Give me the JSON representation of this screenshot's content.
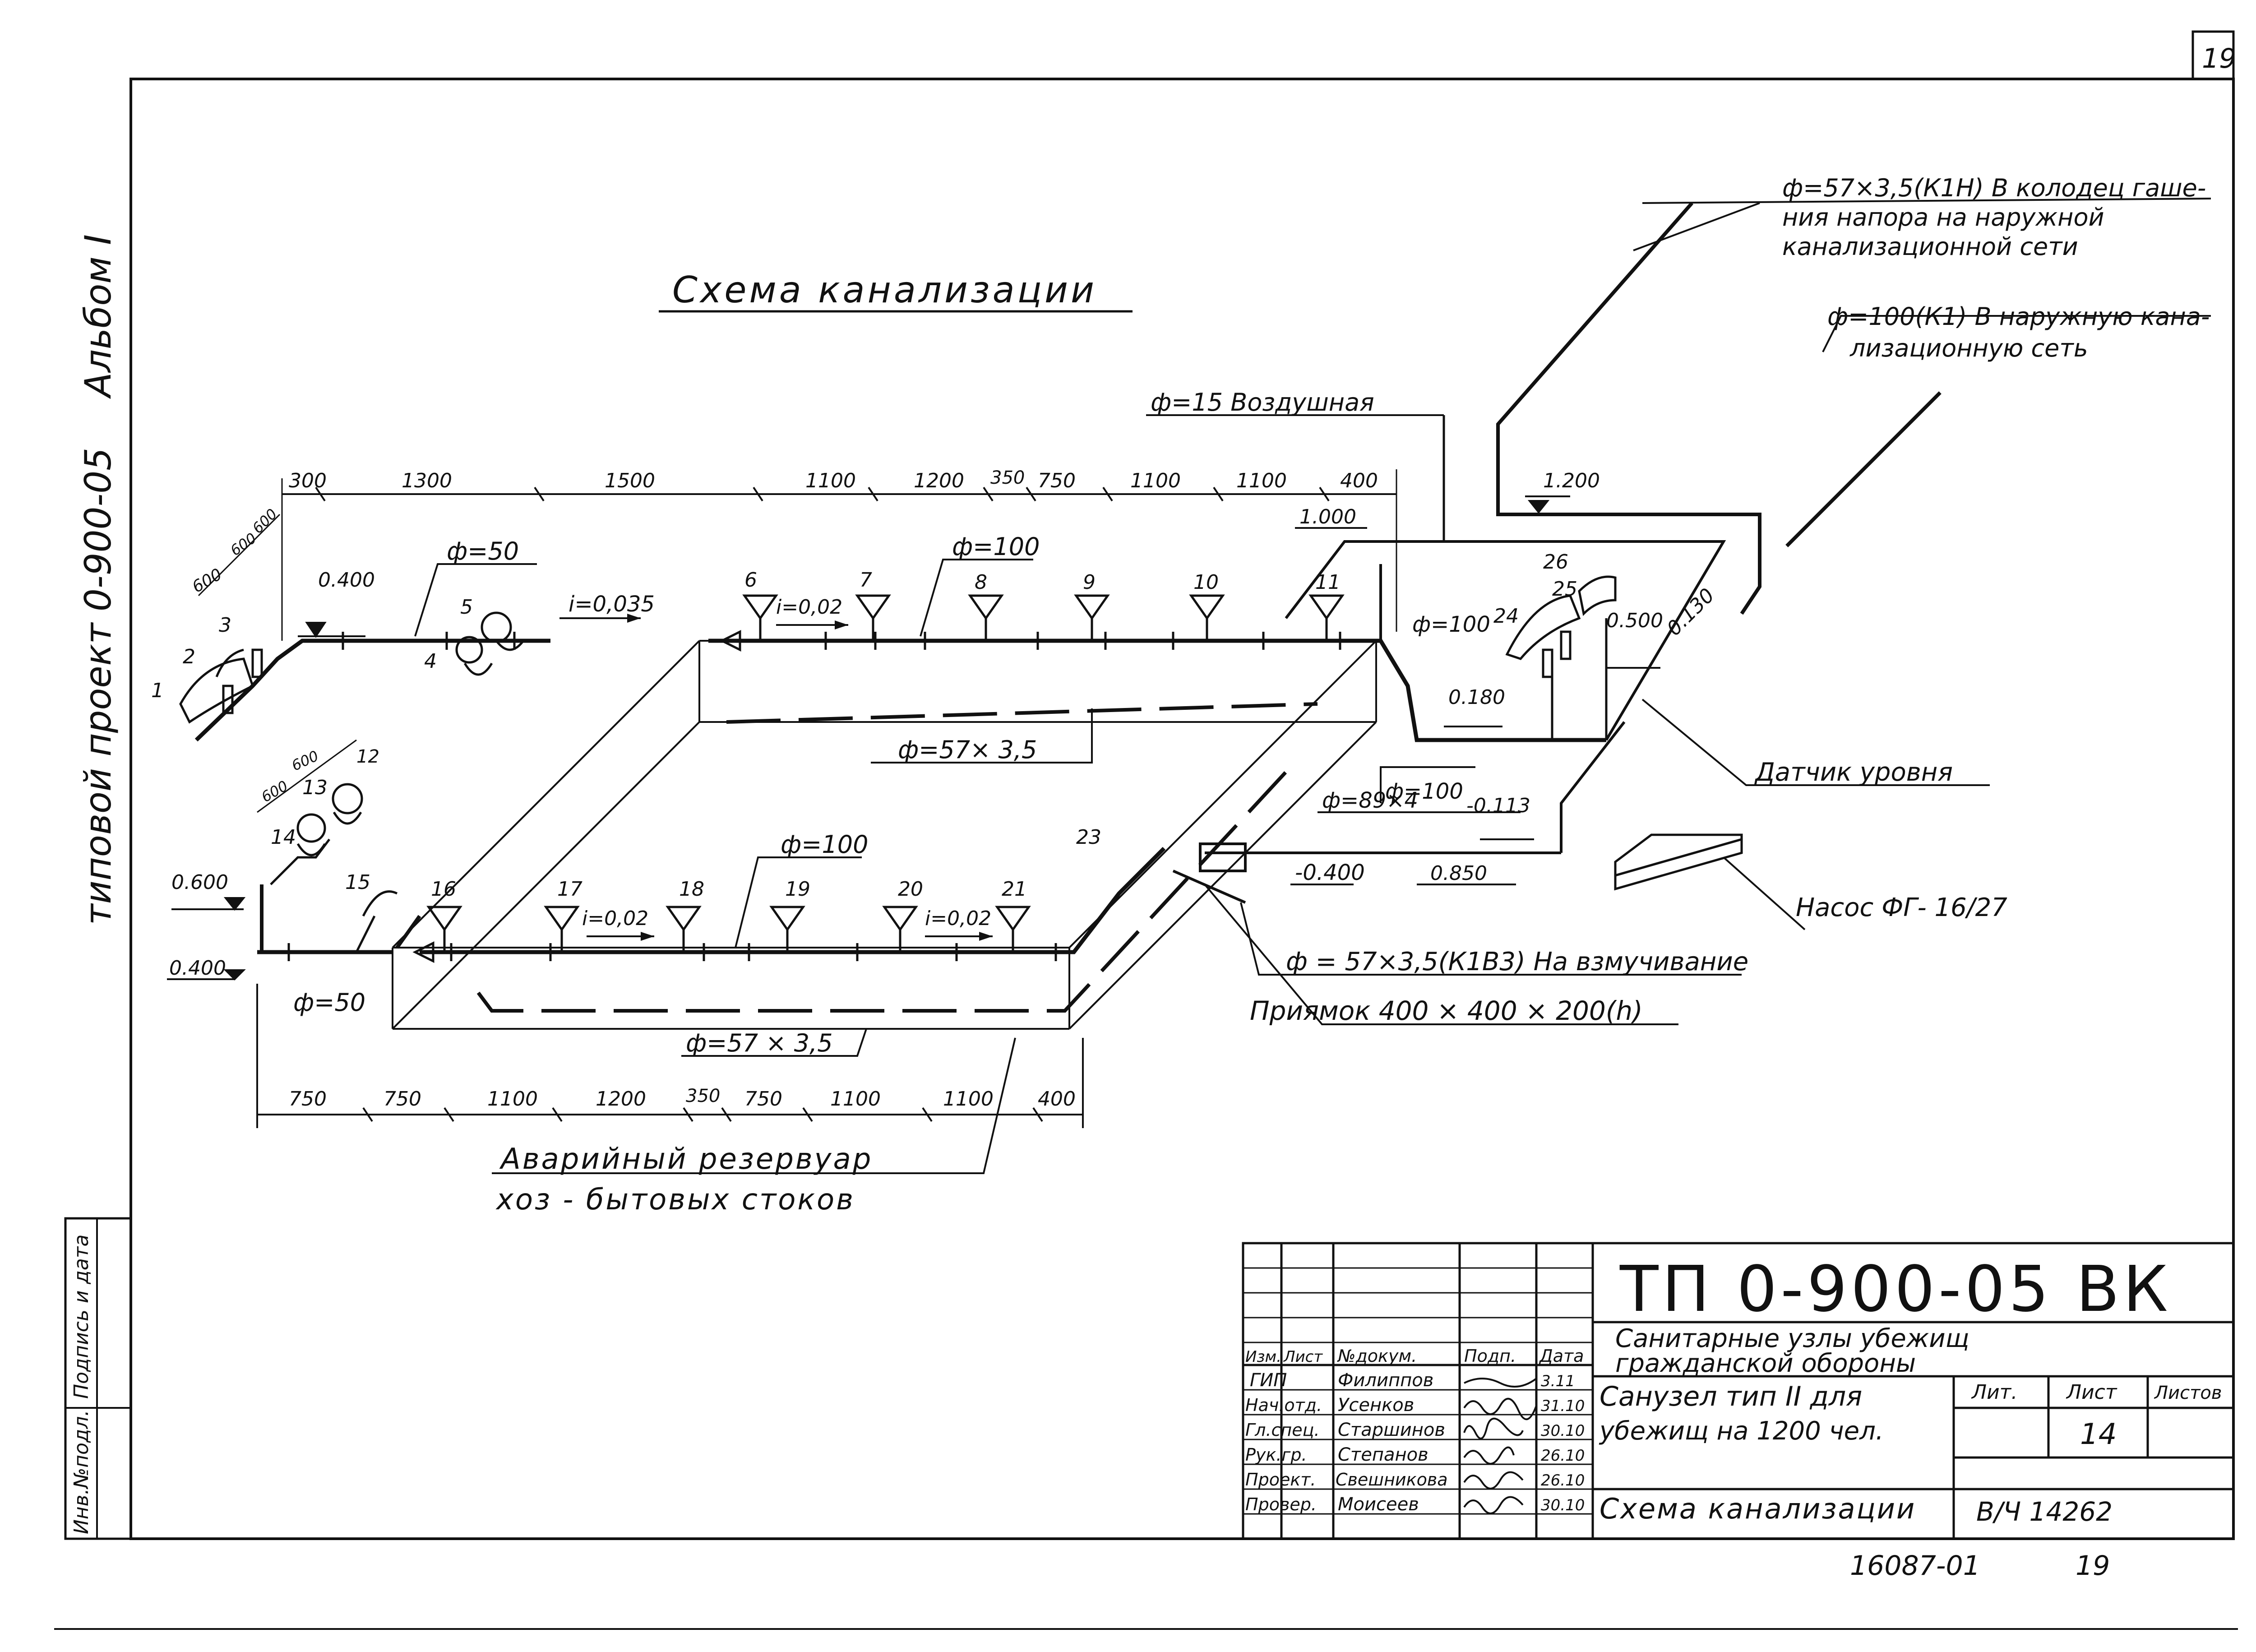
{
  "sheet_number_corner": "19",
  "album": {
    "project_text": "типовой проект 0-900-05",
    "album_text": "Альбом I"
  },
  "title": "Схема канализации",
  "dimensions": {
    "top_row": [
      "300",
      "1300",
      "1500",
      "1100",
      "1200",
      "350",
      "750",
      "1100",
      "1100",
      "400"
    ],
    "bottom_row": [
      "750",
      "750",
      "1100",
      "1200",
      "350",
      "750",
      "1100",
      "1100",
      "400"
    ],
    "left_small_top": [
      "600",
      "600",
      "600"
    ],
    "left_small_bottom": [
      "600",
      "600"
    ]
  },
  "elevations": {
    "e0400_top": "0.400",
    "e0600": "0.600",
    "e0400_bottom": "0.400",
    "e1000": "1.000",
    "e1200": "1.200",
    "e0180": "0.180",
    "e0500": "0.500",
    "e0130": "0.130",
    "em0113": "-0.113",
    "em0400": "-0.400",
    "e0850": "0.850"
  },
  "pipes": {
    "d50_top": "ф=50",
    "d50_bottom": "ф=50",
    "slope_0035": "i=0,035",
    "slope_002_top": "i=0,02",
    "d100_top": "ф=100",
    "d57_top": "ф=57× 3,5",
    "d100_bottom": "ф=100",
    "slope_002_b1": "i=0,02",
    "slope_002_b2": "i=0,02",
    "d57_bottom": "ф=57 × 3,5",
    "d100_right": "ф=100",
    "d100_right2": "ф=100",
    "d89": "ф=89×4",
    "air": "ф=15 Воздушная"
  },
  "fixture_numbers": [
    "1",
    "2",
    "3",
    "4",
    "5",
    "6",
    "7",
    "8",
    "9",
    "10",
    "11",
    "12",
    "13",
    "14",
    "15",
    "16",
    "17",
    "18",
    "19",
    "20",
    "21",
    "23",
    "24",
    "25",
    "26"
  ],
  "callouts": {
    "well_line1": "ф=57×3,5(К1Н) В колодец гаше-",
    "well_line2": "ния напора на наружной",
    "well_line3": "канализационной сети",
    "ext_line1": "ф=100(К1) В наружную кана-",
    "ext_line2": "лизационную сеть",
    "sensor": "Датчик уровня",
    "pump": "Насос ФГ- 16/27",
    "stir": "ф = 57×3,5(К1В3) На взмучивание",
    "pit": "Приямок 400 × 400 × 200(h)",
    "reservoir_line1": "Аварийный резервуар",
    "reservoir_line2": "хоз - бытовых стоков"
  },
  "title_block": {
    "code": "ТП 0-900-05 ВК",
    "subject_line1": "Санитарные узлы убежищ",
    "subject_line2": "гражданской обороны",
    "headers": [
      "Изм.",
      "Лист",
      "№докум.",
      "Подп.",
      "Дата"
    ],
    "staff": [
      {
        "role": "ГИП",
        "name": "Филиппов",
        "date": "3.11"
      },
      {
        "role": "Нач.отд.",
        "name": "Усенков",
        "date": "31.10"
      },
      {
        "role": "Гл.спец.",
        "name": "Старшинов",
        "date": "30.10"
      },
      {
        "role": "Рук.гр.",
        "name": "Степанов",
        "date": "26.10"
      },
      {
        "role": "Проект.",
        "name": "Свешникова",
        "date": "26.10"
      },
      {
        "role": "Провер.",
        "name": "Моисеев",
        "date": "30.10"
      }
    ],
    "doc_name_line1": "Санузел тип II для",
    "doc_name_line2": "убежищ на 1200 чел.",
    "lit_label": "Лит.",
    "sheet_label": "Лист",
    "sheets_label": "Листов",
    "sheet_value": "14",
    "drawing_name": "Схема канализации",
    "inv": "В/Ч 14262",
    "footer_code": "16087-01",
    "footer_page": "19"
  },
  "side_stamp": {
    "signature_date": "Подпись и дата",
    "inv_no": "Инв.№подл."
  }
}
